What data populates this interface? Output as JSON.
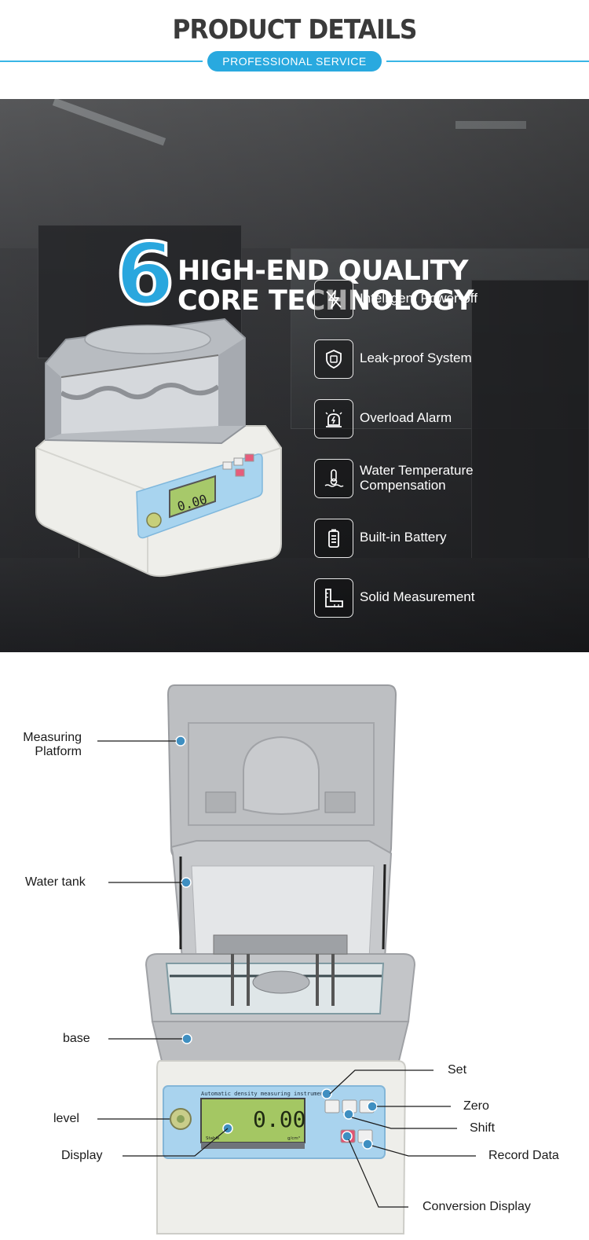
{
  "header": {
    "title": "PRODUCT DETAILS",
    "subtitle": "PROFESSIONAL SERVICE",
    "accent_color": "#29a9df"
  },
  "hero": {
    "number": "6",
    "title_line1": "HIGH-END QUALITY",
    "title_line2": "CORE TECHNOLOGY",
    "features": [
      {
        "icon": "power-off-icon",
        "label": "Intelligent Power-off"
      },
      {
        "icon": "shield-icon",
        "label": "Leak-proof System"
      },
      {
        "icon": "alarm-icon",
        "label": "Overload Alarm"
      },
      {
        "icon": "thermometer-water-icon",
        "label_line1": "Water Temperature",
        "label_line2": "Compensation"
      },
      {
        "icon": "battery-icon",
        "label": "Built-in Battery"
      },
      {
        "icon": "ruler-icon",
        "label": "Solid Measurement"
      }
    ],
    "display_reading": "0.00"
  },
  "diagram": {
    "panel_text": "Automatic density measuring instrument",
    "display_reading": "0.00",
    "display_labels": [
      "Stable",
      "g/cm³"
    ],
    "callouts": {
      "measuring_platform_line1": "Measuring",
      "measuring_platform_line2": "Platform",
      "water_tank": "Water tank",
      "base": "base",
      "level": "level",
      "display": "Display",
      "set": "Set",
      "zero": "Zero",
      "shift": "Shift",
      "record_data": "Record Data",
      "conversion_display": "Conversion Display"
    }
  }
}
